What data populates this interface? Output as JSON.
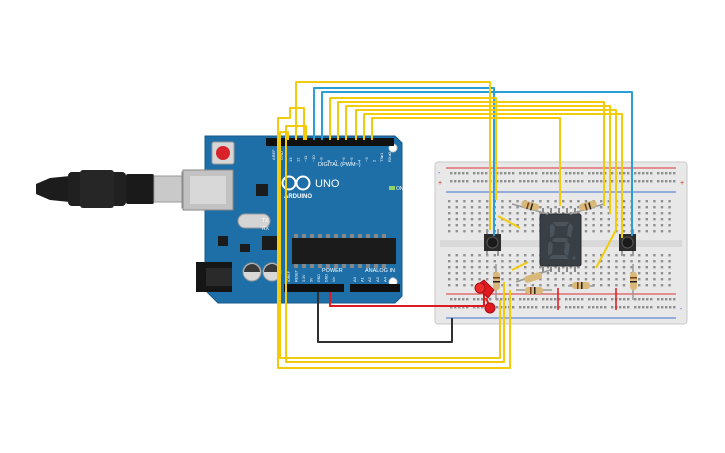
{
  "board": {
    "brand": "ARDUINO",
    "model": "UNO",
    "digital_label": "DIGITAL (PWM~)",
    "analog_label": "ANALOG IN",
    "power_label": "POWER",
    "on_label": "ON",
    "tx_label": "TX",
    "rx_label": "RX",
    "aref": "AREF",
    "gnd": "GND",
    "digital_pins": [
      "13",
      "12",
      "~11",
      "~10",
      "~9",
      "8",
      "7",
      "~6",
      "~5",
      "4",
      "~3",
      "2",
      "TX▸1",
      "RX◂0"
    ],
    "power_pins": [
      "IOREF",
      "RESET",
      "3.3V",
      "5V",
      "GND",
      "GND",
      "Vin"
    ],
    "analog_pins": [
      "A0",
      "A1",
      "A2",
      "A3",
      "A4",
      "A5"
    ]
  },
  "breadboard": {
    "rail_plus": "+",
    "rail_minus": "-"
  },
  "display": {
    "digit": "8"
  },
  "colors": {
    "wire_yellow": "#f2cc0c",
    "wire_blue": "#2a9fd6",
    "wire_red": "#e0191f",
    "wire_black": "#303030",
    "board_blue": "#1e6fa8",
    "display_body": "#3a3f45"
  },
  "icons": {
    "usb_cable": "usb-cable-icon",
    "reset_button": "reset-button-icon",
    "pushbutton": "pushbutton-icon",
    "led": "red-led-icon",
    "resistor": "resistor-icon"
  }
}
